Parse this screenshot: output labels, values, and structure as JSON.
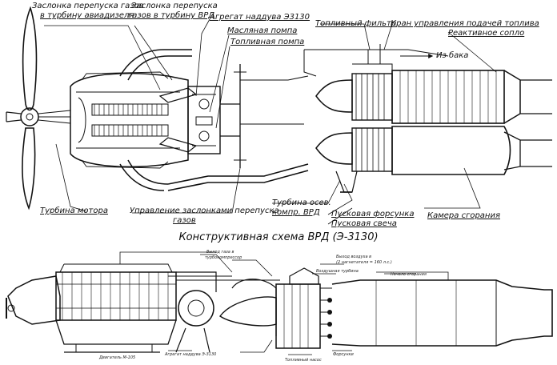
{
  "caption": "Конструктивная схема ВРД (Э-3130)",
  "labels": {
    "zaslonka_avia_1": "Заслонка перепуска газов",
    "zaslonka_avia_2": "в турбину авиадизеля",
    "zaslonka_vrd_1": "Заслонка перепуска",
    "zaslonka_vrd_2": "газов в турбину ВРД",
    "agregat": "Агрегат наддува Э3130",
    "maslyanaya": "Масляная помпа",
    "toplivnaya_pompa": "Топливная помпа",
    "filtr": "Топливный фильтр",
    "kran": "Кран управления подачей топлива",
    "soplo": "Реактивное сопло",
    "iz_baka": "Из бака",
    "turbina_motora": "Турбина мотора",
    "upravlenie_1": "Управление заслонками перепуска",
    "upravlenie_2": "газов",
    "turbina_osev_1": "Турбина осев.",
    "turbina_osev_2": "компр. ВРД",
    "forsunka": "Пусковая форсунка",
    "svecha": "Пусковая свеча",
    "kamera": "Камера сгорания"
  },
  "small_labels": {
    "vyhod_gaza_1": "Выход газа в",
    "vyhod_gaza_2": "турбокомпрессор",
    "vyhod_vozd_1": "Выход воздуха в",
    "vyhod_vozd_2": "(2 нагнетателя = 160 л.с.)",
    "vozdush": "Воздушная турбина",
    "nachalo": "Начало сгорания",
    "agregat_small": "Агрегат наддува Э-3130",
    "dvigatel": "Двигатель М-105",
    "forsunki": "Форсунки",
    "toplivnaya_nasos": "Топливный насос"
  }
}
